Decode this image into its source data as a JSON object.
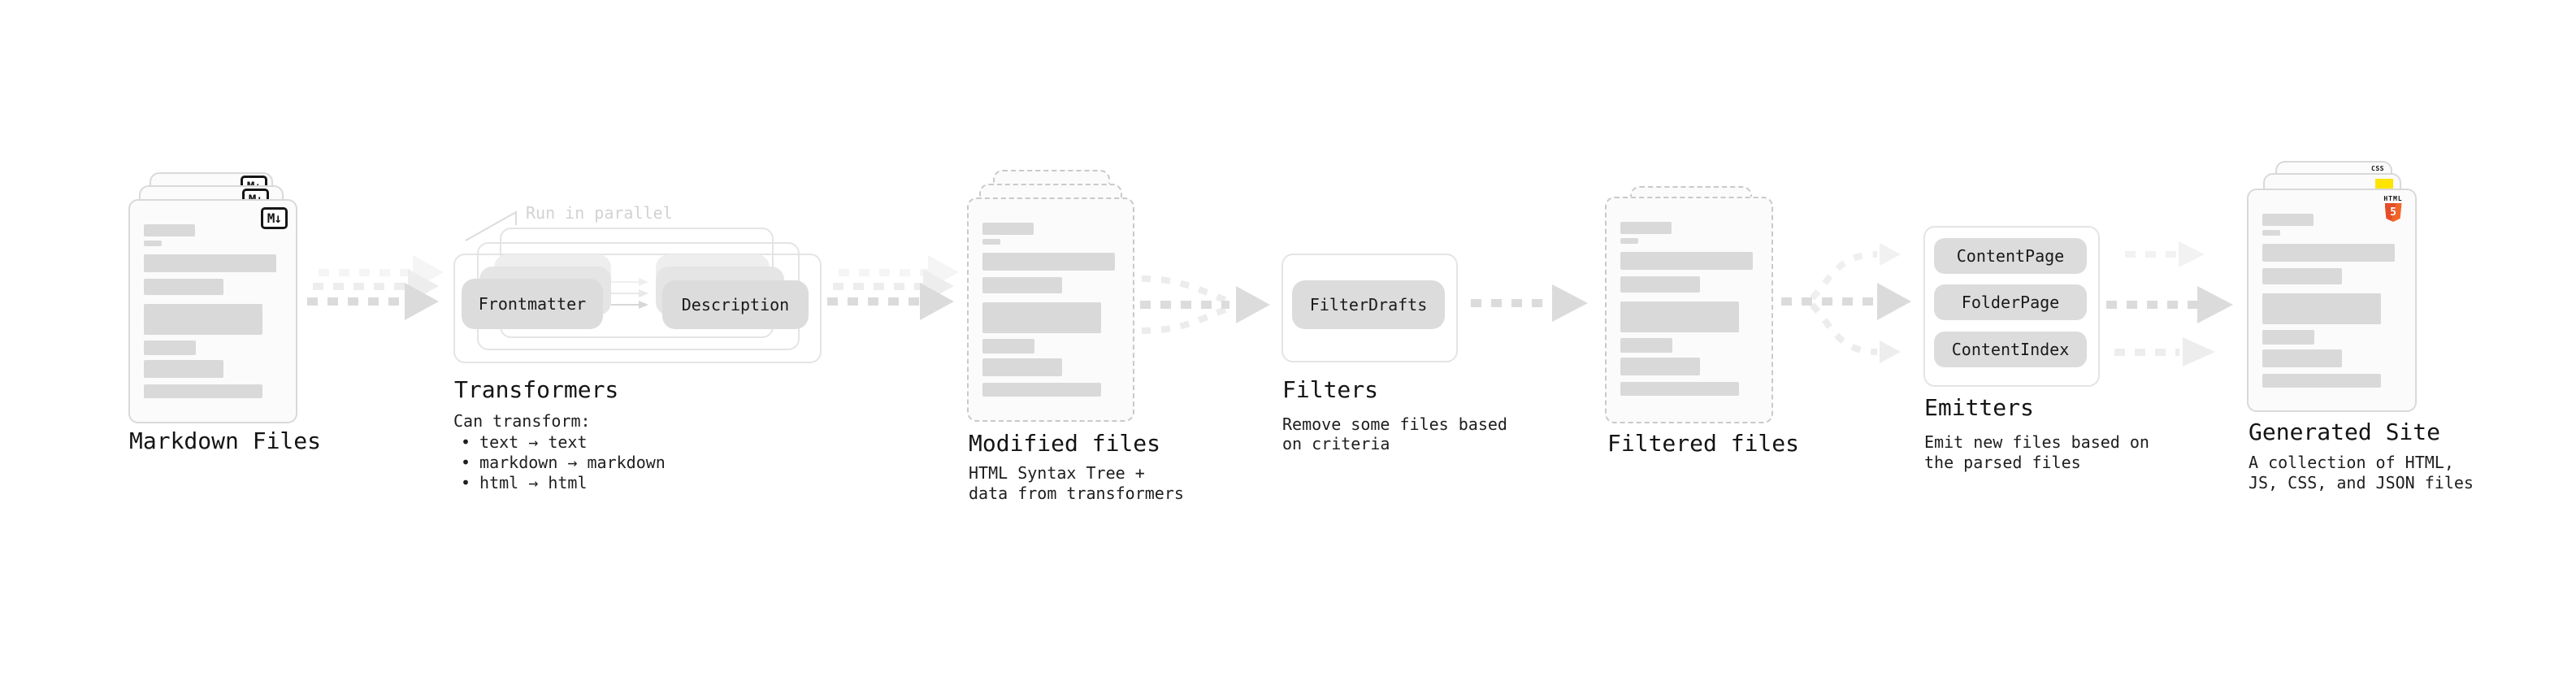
{
  "markdown": {
    "label": "Markdown Files",
    "badge": "M↓"
  },
  "transformers": {
    "label": "Transformers",
    "annotation": "Run in parallel",
    "pills": [
      "Frontmatter",
      "Description"
    ],
    "note_title": "Can transform:",
    "bullet_char": "•",
    "bullets": [
      "text → text",
      "markdown → markdown",
      "html → html"
    ]
  },
  "modified": {
    "label": "Modified files",
    "note": "HTML Syntax Tree +\ndata from transformers"
  },
  "filters": {
    "label": "Filters",
    "pill": "FilterDrafts",
    "note": "Remove some files based\non criteria"
  },
  "filtered": {
    "label": "Filtered files"
  },
  "emitters": {
    "label": "Emitters",
    "pills": [
      "ContentPage",
      "FolderPage",
      "ContentIndex"
    ],
    "note": "Emit new files based on\nthe parsed files"
  },
  "site": {
    "label": "Generated Site",
    "note": "A collection of HTML,\nJS, CSS, and JSON files",
    "badges": {
      "css": "CSS",
      "html": "HTML",
      "html_number": "5"
    }
  },
  "colors": {
    "bar": "#d9d9d9",
    "pill": "#dcdcdc",
    "arrow_main": "#dbdbdb",
    "arrow_ghost": "#ededed",
    "arrow_faint": "#f5f5f5",
    "annotation": "#d2d2d2",
    "js_yellow": "#ffe400",
    "css_blue": "#2b62e9",
    "html5_orange": "#e44d26"
  }
}
